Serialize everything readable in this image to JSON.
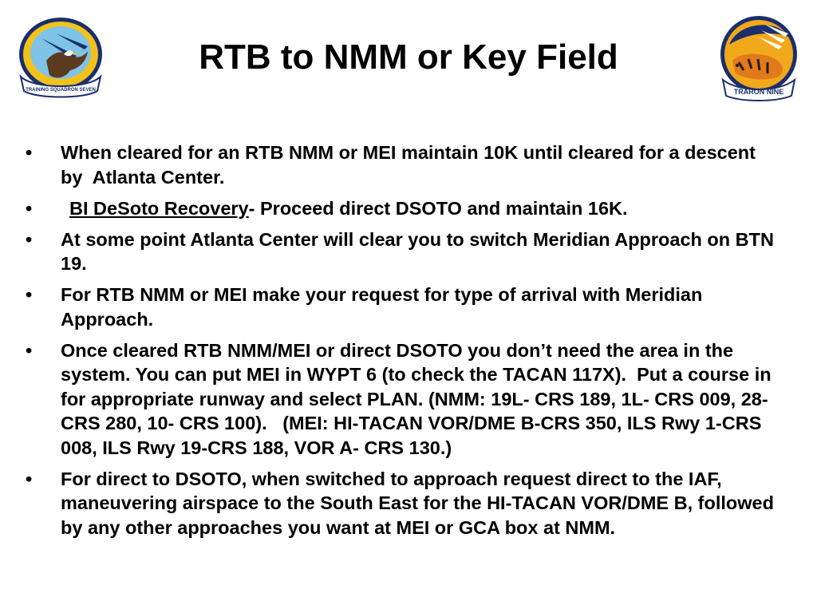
{
  "slide": {
    "title": "RTB to NMM or Key Field",
    "bullet_glyph": "•",
    "logos": {
      "left": {
        "icon": "eagle-squadron-patch-icon",
        "caption": "TRAINING SQUADRON SEVEN"
      },
      "right": {
        "icon": "tiger-squadron-patch-icon",
        "caption": "TRARON NINE"
      }
    },
    "bullets": [
      {
        "text": "When cleared for an RTB NMM or MEI maintain 10K until cleared for a descent by  Atlanta Center."
      },
      {
        "lead": "BI DeSoto Recovery",
        "text": "- Proceed direct DSOTO and maintain 16K."
      },
      {
        "text": "At some point Atlanta Center will clear you to switch Meridian Approach on BTN 19."
      },
      {
        "text": "For RTB NMM or MEI make your request for type of arrival with Meridian Approach."
      },
      {
        "text": "Once cleared RTB NMM/MEI or direct DSOTO you don’t need the area in the system. You can put MEI in WYPT 6 (to check the TACAN 117X).  Put a course in for appropriate runway and select PLAN. (NMM: 19L- CRS 189, 1L- CRS 009, 28- CRS 280, 10- CRS 100).   (MEI: HI-TACAN VOR/DME B-CRS 350, ILS Rwy 1-CRS 008, ILS Rwy 19-CRS 188, VOR A- CRS 130.)"
      },
      {
        "text": "For direct to DSOTO, when switched to approach request direct to the IAF, maneuvering airspace to the South East for the HI-TACAN VOR/DME B, followed by any other approaches you want at MEI or GCA box at NMM."
      }
    ]
  }
}
